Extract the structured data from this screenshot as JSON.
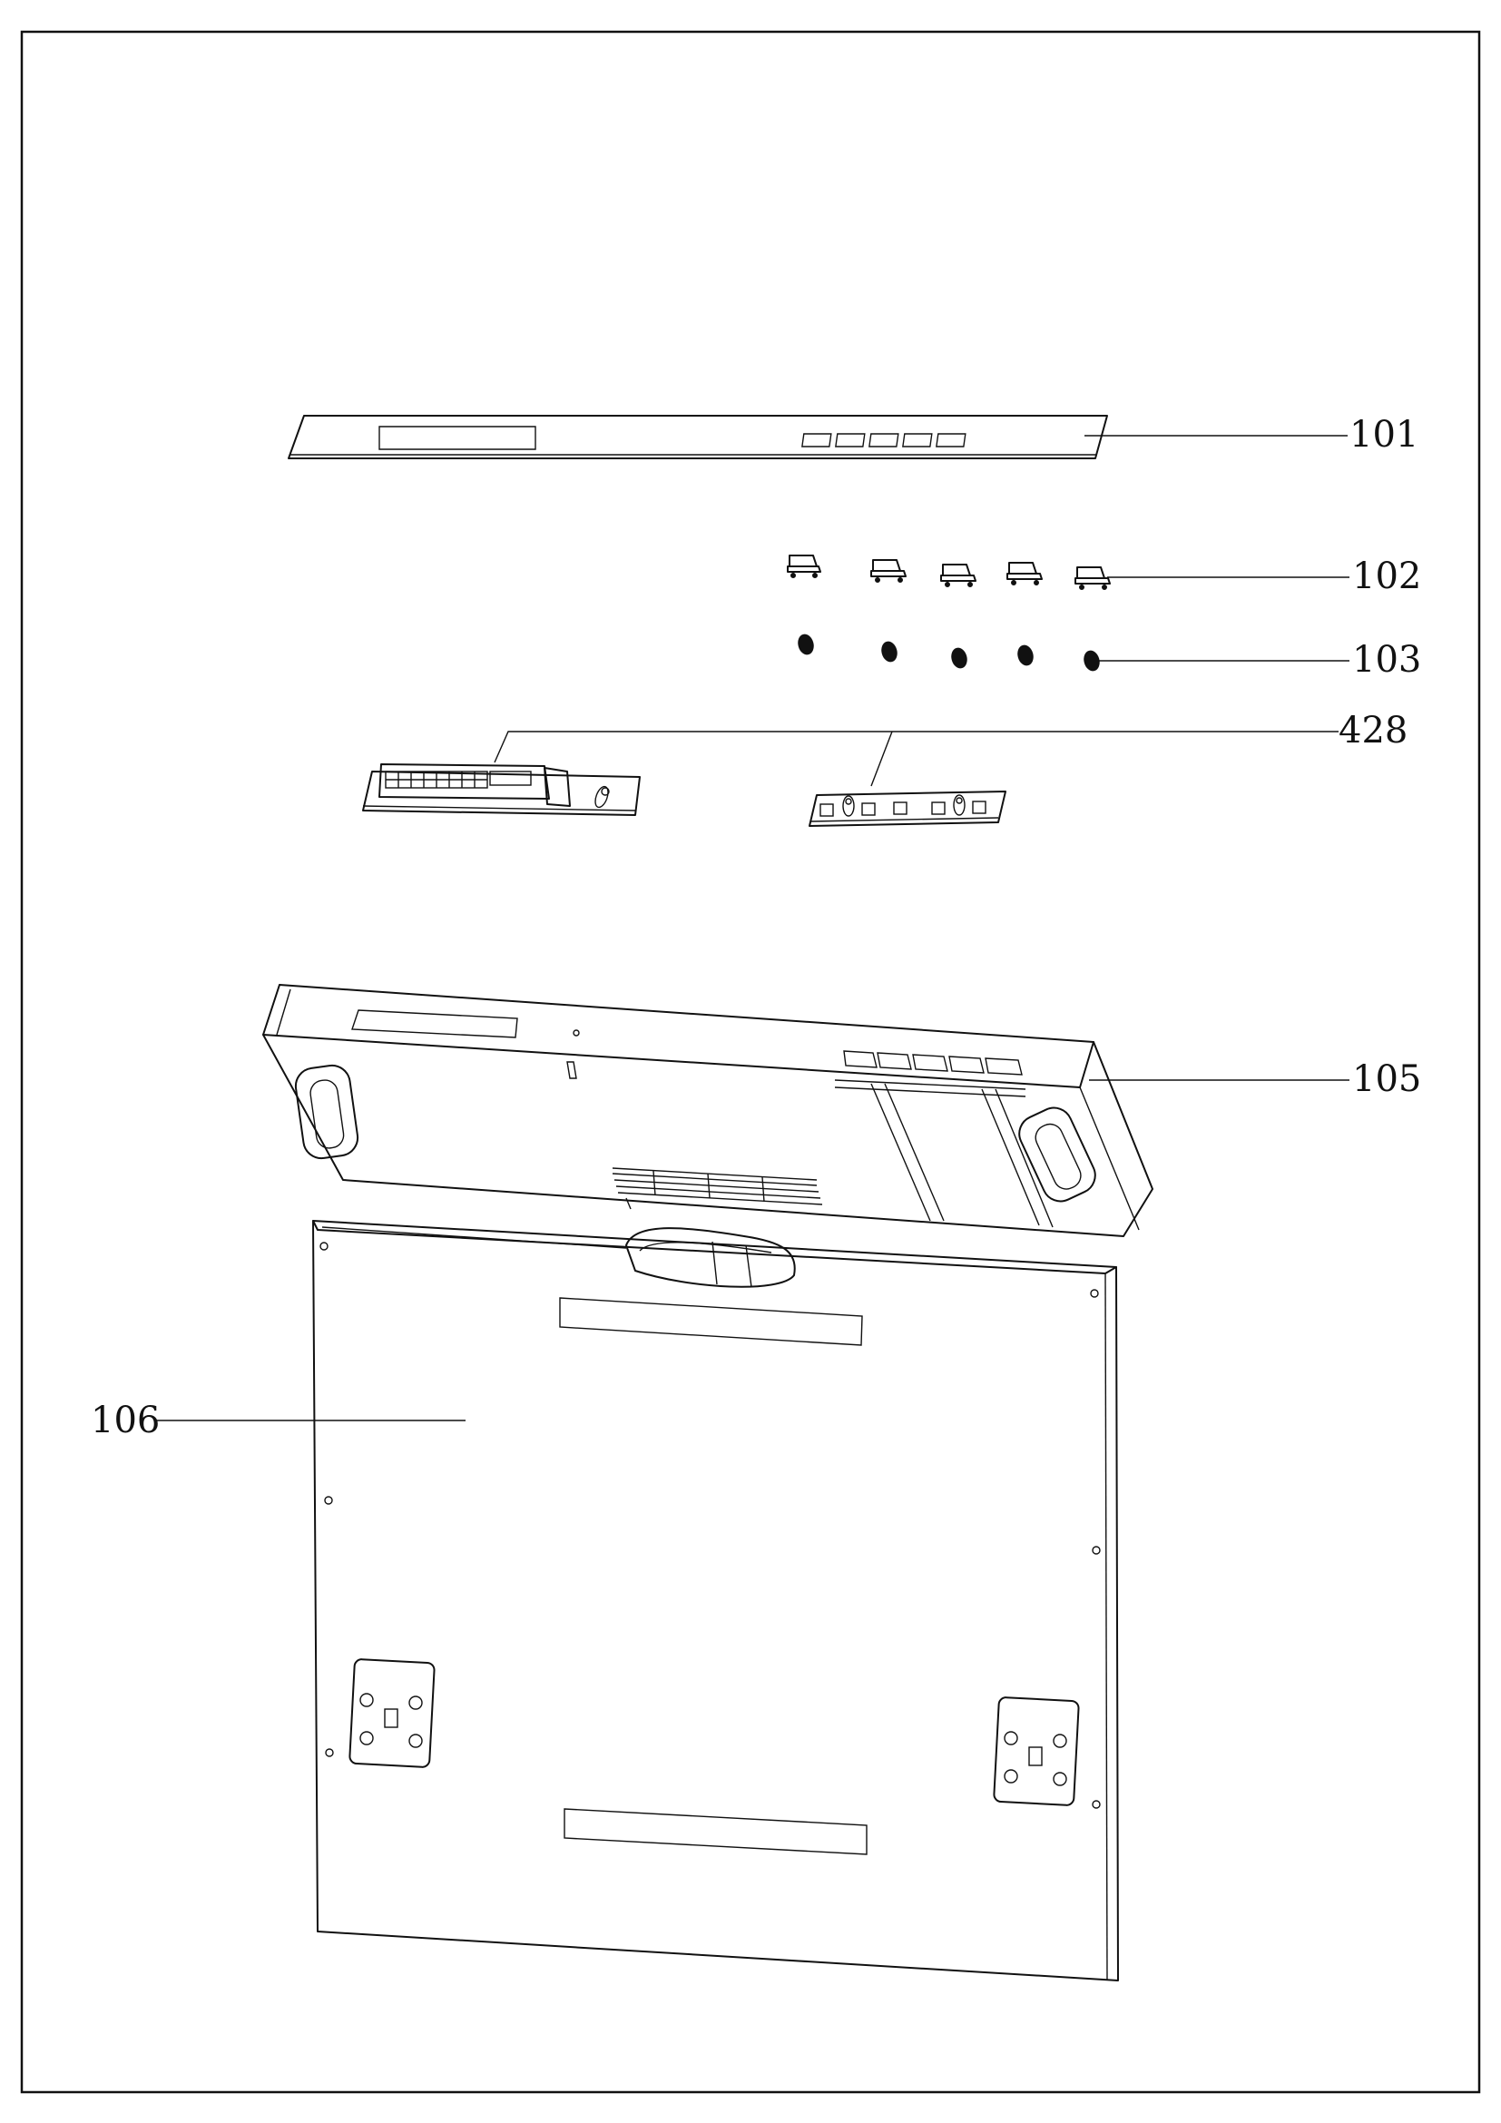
{
  "callouts": {
    "c101": "101",
    "c102": "102",
    "c103": "103",
    "c428": "428",
    "c105": "105",
    "c106": "106"
  },
  "icons": {
    "button-cap": "button-cap-icon",
    "spring": "spring-icon"
  }
}
